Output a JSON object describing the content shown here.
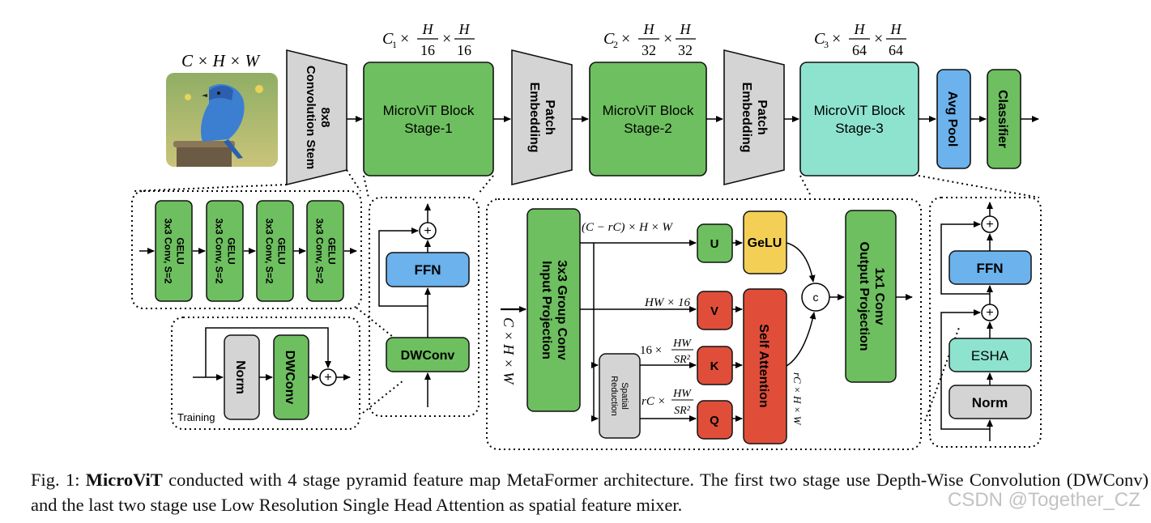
{
  "top_row": {
    "input_dims": "C × H × W",
    "stem_label": "8x8",
    "stem_label2": "Convolution Stem",
    "stage1_line1": "MicroViT Block",
    "stage1_line2": "Stage-1",
    "stage1_dims": "C1 × H/16 × H/16",
    "patch1_line1": "Patch",
    "patch1_line2": "Embedding",
    "stage2_line1": "MicroViT Block",
    "stage2_line2": "Stage-2",
    "stage2_dims": "C2 × H/32 × H/32",
    "patch2_line1": "Patch",
    "patch2_line2": "Embedding",
    "stage3_line1": "MicroViT Block",
    "stage3_line2": "Stage-3",
    "stage3_dims": "C3 × H/64 × H/64",
    "avgpool": "Avg Pool",
    "classifier": "Classifier"
  },
  "stem_detail": {
    "conv_line1": "GELU",
    "conv_line2": "3x3 Conv, S=2",
    "training_label": "Training",
    "norm": "Norm",
    "dwconv": "DWConv"
  },
  "dw_block": {
    "ffn": "FFN",
    "dwconv": "DWConv",
    "plus": "+"
  },
  "attention_detail": {
    "input_proj_line1": "3x3 Group Conv",
    "input_proj_line2": "Input Projection",
    "input_dims": "C × H × W",
    "u_dims": "(C − rC) × H × W",
    "v_dims": "HW × 16",
    "k_dims_left": "16 ×",
    "k_dims_num": "HW",
    "k_dims_den": "SR²",
    "q_dims_left": "rC ×",
    "q_dims_num": "HW",
    "q_dims_den": "SR²",
    "spatial_line1": "Spatial",
    "spatial_line2": "Reduction",
    "u": "U",
    "gelu": "GeLU",
    "v": "V",
    "k": "K",
    "q": "Q",
    "self_attention": "Self Attention",
    "concat": "c",
    "out_dims": "rC × H × W",
    "output_proj_line1": "1x1 Conv",
    "output_proj_line2": "Output Projection"
  },
  "esha_block": {
    "ffn": "FFN",
    "esha": "ESHA",
    "norm": "Norm",
    "plus": "+"
  },
  "caption": {
    "prefix": "Fig. 1: ",
    "bold": "MicroViT",
    "rest": " conducted with 4 stage pyramid feature map MetaFormer architecture. The first two stage use Depth-Wise Convolution (DWConv) and the last two stage use Low Resolution Single Head Attention as spatial feature mixer."
  },
  "watermark": "CSDN @Together_CZ",
  "colors": {
    "green": "#6dbf5f",
    "gray": "#d4d4d4",
    "teal": "#8ee3cf",
    "blue": "#6cb2ec",
    "red": "#e04e3a",
    "yellow": "#f4cf56"
  }
}
